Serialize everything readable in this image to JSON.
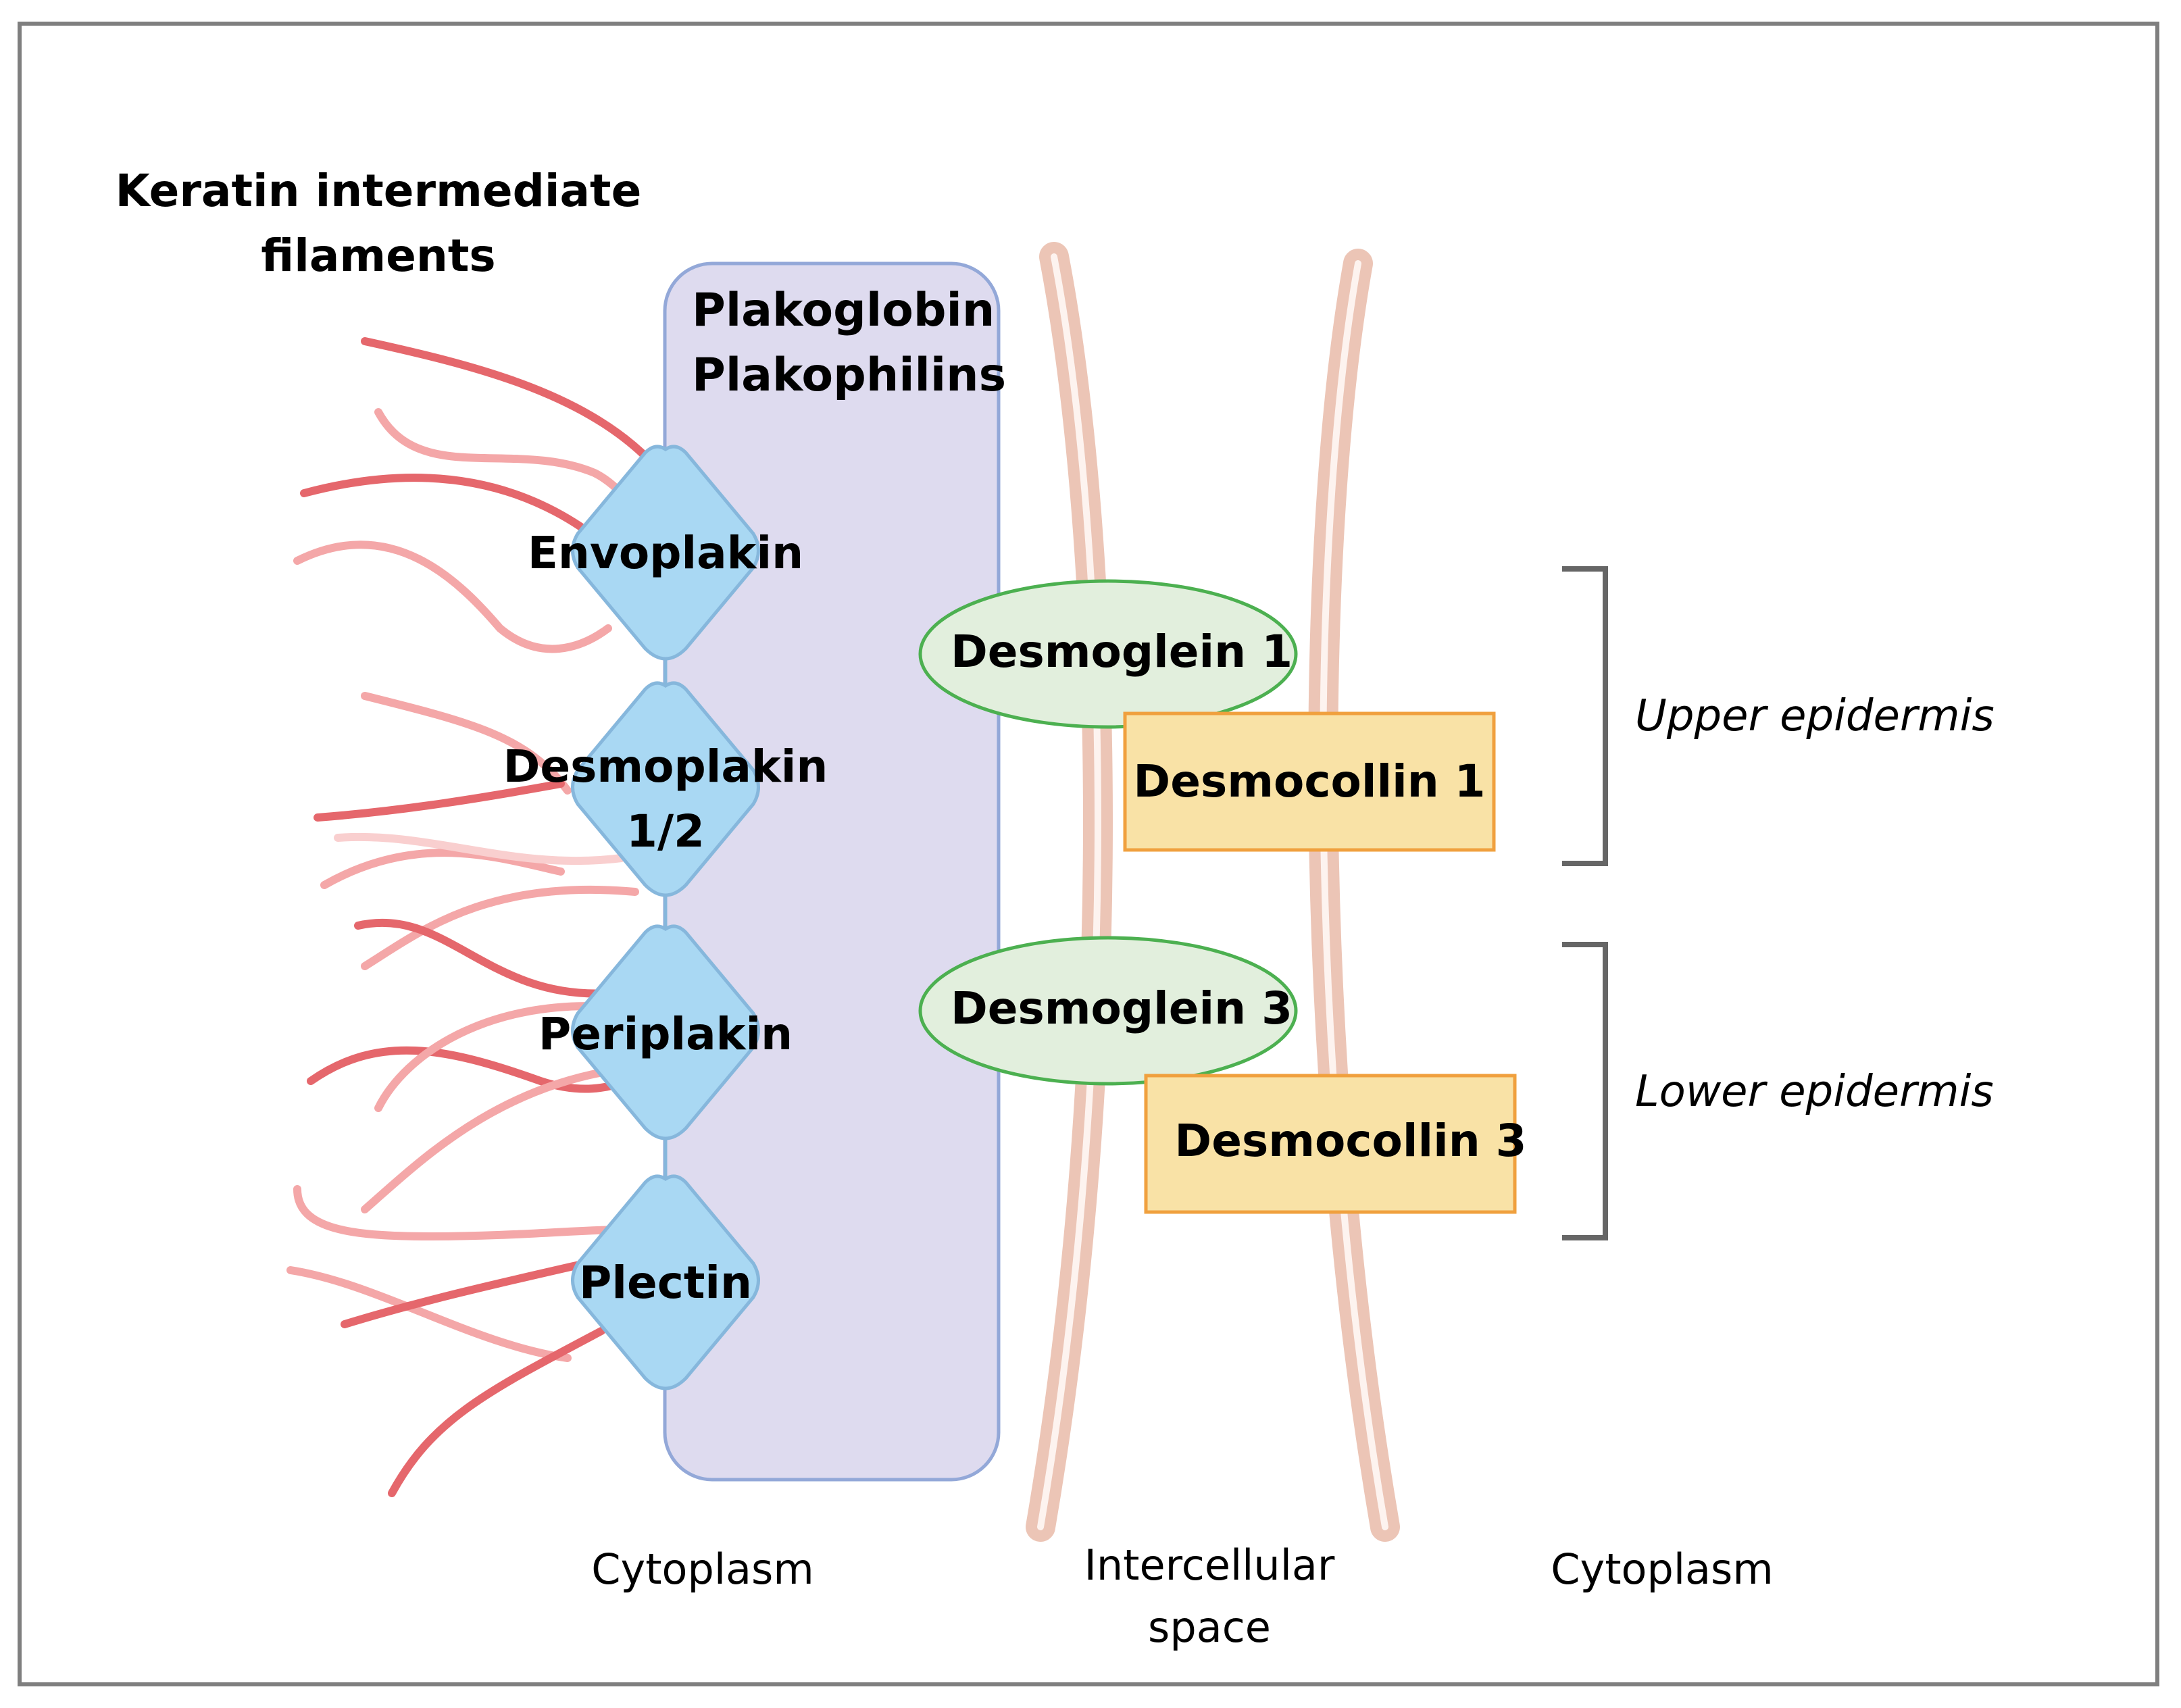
{
  "title_lines": [
    "Keratin intermediate",
    "filaments"
  ],
  "plaque": {
    "lines": [
      "Plakoglobin",
      "Plakophilins"
    ]
  },
  "plakins": [
    {
      "label": "Envoplakin"
    },
    {
      "label_lines": [
        "Desmoplakin",
        "1/2"
      ]
    },
    {
      "label": "Periplakin"
    },
    {
      "label": "Plectin"
    }
  ],
  "cadherins": {
    "desmoglein_1": "Desmoglein 1",
    "desmocollin_1": "Desmocollin 1",
    "desmoglein_3": "Desmoglein 3",
    "desmocollin_3": "Desmocollin 3"
  },
  "brackets": {
    "upper": "Upper epidermis",
    "lower": "Lower epidermis"
  },
  "regions": {
    "left": "Cytoplasm",
    "middle_lines": [
      "Intercellular",
      "space"
    ],
    "right": "Cytoplasm"
  },
  "colors": {
    "filament_dark": "#e5676c",
    "filament_light": "#f4a7a8",
    "plakin_fill": "#a9d8f3",
    "plakin_stroke": "#86b7dc",
    "plaque_fill": "#dedbef",
    "plaque_stroke": "#93a8d8",
    "membrane": "#ecc5b6",
    "desmoglein_fill": "#e2efdd",
    "desmoglein_stroke": "#4cb050",
    "desmocollin_fill": "#f9e2a6",
    "desmocollin_stroke": "#f0a03e",
    "bracket": "#666666"
  }
}
